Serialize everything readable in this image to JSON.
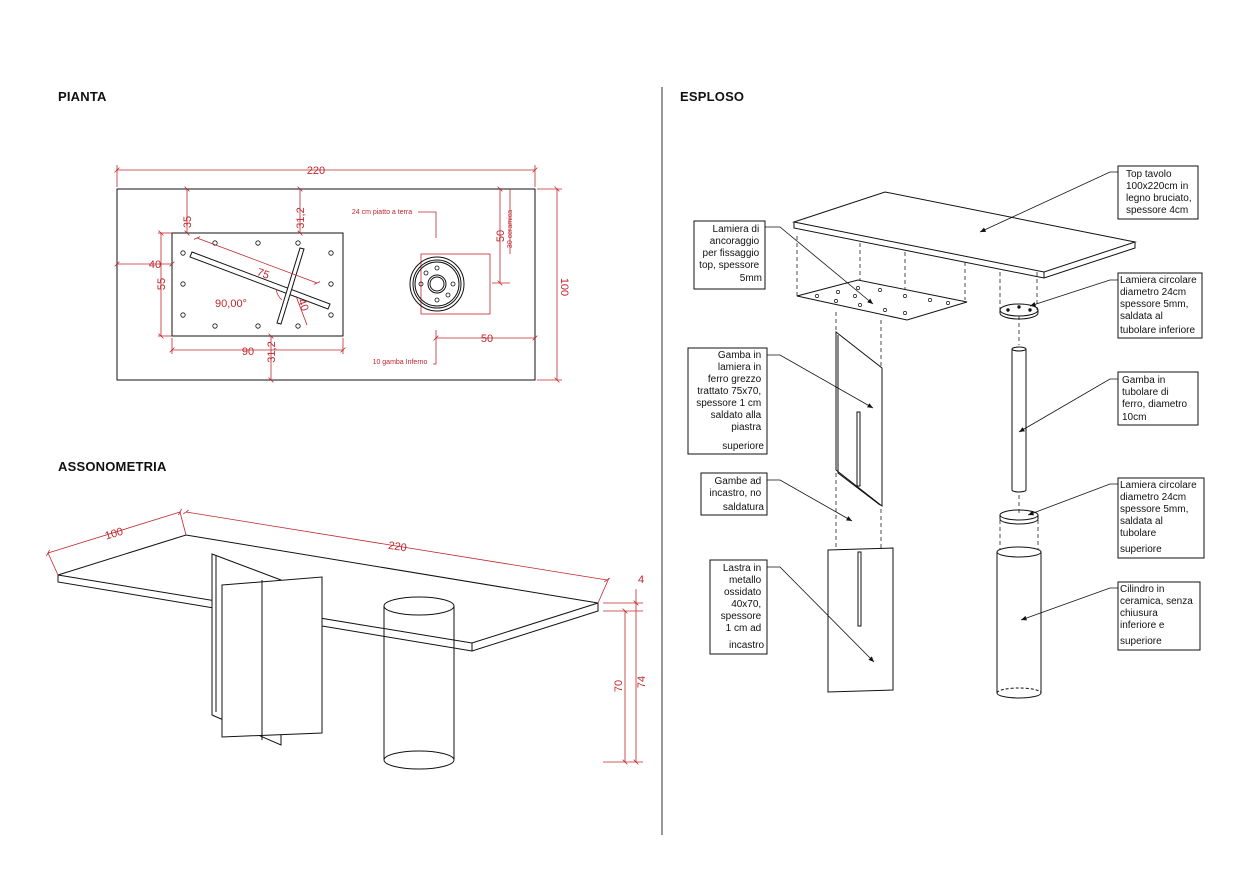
{
  "sections": {
    "pianta": "PIANTA",
    "assonometria": "ASSONOMETRIA",
    "esploso": "ESPLOSO"
  },
  "pianta": {
    "dims": {
      "width": "220",
      "depth": "100",
      "d35": "35",
      "d31a": "31,2",
      "d40": "40",
      "d55": "55",
      "d75": "75",
      "angle": "90,00°",
      "d40b": "40",
      "d90": "90",
      "d31b": "31,2",
      "d50v": "50",
      "d50h": "50"
    },
    "notes": {
      "piatto": "24 cm piatto a terra",
      "ceramica": "30 ceramica",
      "gamba": "10 gamba Inferno"
    }
  },
  "assonometria": {
    "dims": {
      "depth": "100",
      "width": "220",
      "thickness": "4",
      "leg": "70",
      "total": "74"
    }
  },
  "esploso": {
    "labels": {
      "top": [
        "Top tavolo",
        "100x220cm in",
        "legno bruciato,",
        "spessore 4cm"
      ],
      "lamiera_ancoraggio": [
        "Lamiera di",
        "ancoraggio",
        "per fissaggio",
        "top, spessore",
        "5mm"
      ],
      "lamiera_circ_sup": [
        "Lamiera circolare",
        "diametro 24cm",
        "spessore 5mm,",
        "saldata al",
        "tubolare inferiore"
      ],
      "gamba_lamiera": [
        "Gamba in",
        "lamiera in",
        "ferro grezzo",
        "trattato 75x70,",
        "spessore 1 cm",
        "saldato alla",
        "piastra",
        "superiore"
      ],
      "gamba_tubolare": [
        "Gamba in",
        "tubolare di",
        "ferro, diametro",
        "10cm"
      ],
      "gambe_incastro": [
        "Gambe ad",
        "incastro, no",
        "saldatura"
      ],
      "lamiera_circ_inf": [
        "Lamiera circolare",
        "diametro 24cm",
        "spessore 5mm,",
        "saldata al",
        "tubolare",
        "superiore"
      ],
      "lastra": [
        "Lastra in",
        "metallo",
        "ossidato",
        "40x70,",
        "spessore",
        "1 cm ad",
        "incastro"
      ],
      "cilindro": [
        "Cilindro in",
        "ceramica, senza",
        "chiusura",
        "inferiore e",
        "superiore"
      ]
    }
  },
  "colors": {
    "dimension": "#c0272d",
    "line": "#111111"
  }
}
